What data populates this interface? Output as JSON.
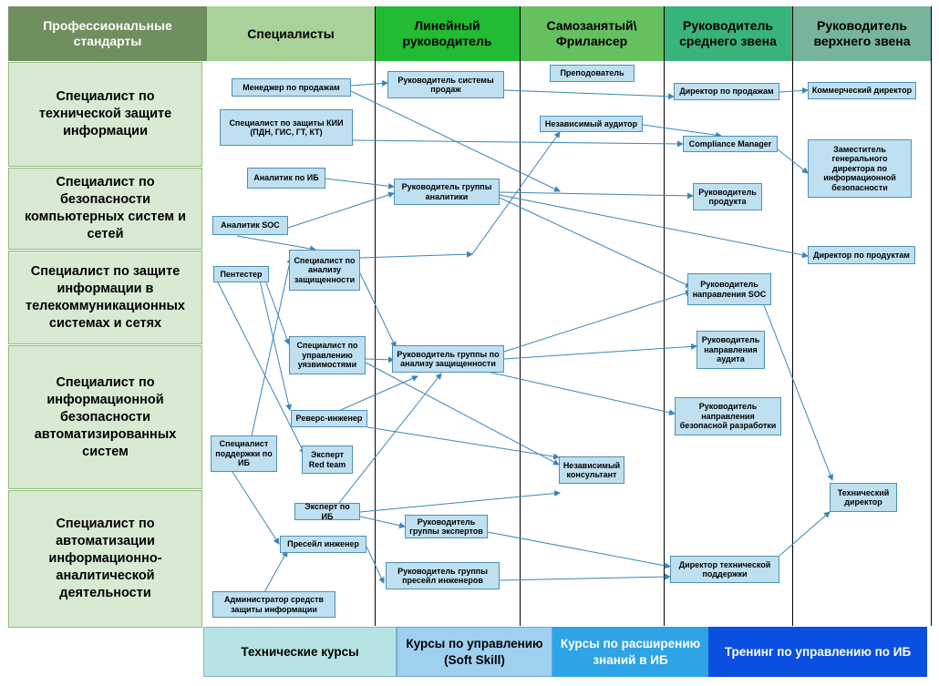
{
  "headers": {
    "standards": "Профессиональные стандарты",
    "specialists": "Специалисты",
    "line_manager": "Линейный руководитель",
    "freelancer": "Самозанятый\\ Фрилансер",
    "middle_manager": "Руководитель среднего звена",
    "top_manager": "Руководитель верхнего звена"
  },
  "standards": [
    "Специалист по технической защите информации",
    "Специалист по безопасности компьютерных систем и сетей",
    "Специалист по защите информации в телекоммуникационных системах и сетях",
    "Специалист по информационной безопасности автоматизированных систем",
    "Специалист по автоматизации информационно-аналитической деятельности"
  ],
  "roles": {
    "sales_manager": "Менеджер по продажам",
    "kii_specialist": "Специалист по защиты КИИ (ПДН, ГИС, ГТ, КТ)",
    "ib_analyst": "Аналитик по ИБ",
    "soc_analyst": "Аналитик SOC",
    "pentester": "Пентестер",
    "security_analysis_specialist": "Специалист по анализу защищенности",
    "vuln_mgmt_specialist": "Специалист по управлению уязвимостями",
    "reverse_engineer": "Реверс-инженер",
    "ib_support_specialist": "Специалист поддержки по ИБ",
    "red_team_expert": "Эксперт Red team",
    "ib_expert": "Эксперт по ИБ",
    "presale_engineer": "Пресейл инженер",
    "security_tools_admin": "Администратор средств защиты информации",
    "sales_system_head": "Руководитель системы продаж",
    "analytics_group_head": "Руководитель группы аналитики",
    "security_analysis_group_head": "Руководитель группы по анализу защищенности",
    "expert_group_head": "Руководитель группы экспертов",
    "presale_group_head": "Руководитель группы пресейл инженеров",
    "teacher": "Преподователь",
    "independent_auditor": "Независимый аудитор",
    "independent_consultant": "Независимый консультант",
    "sales_director": "Директор по продажам",
    "compliance_manager": "Compliance Manager",
    "product_head": "Руководитель продукта",
    "soc_direction_head": "Руководитель направления SOC",
    "audit_direction_head": "Руководитель направления аудита",
    "secure_dev_head": "Руководитель направления безопасной разработки",
    "tech_support_director": "Директор технической поддержки",
    "commercial_director": "Коммерческий директор",
    "deputy_gd_ib": "Заместитель генерального директора по информационной безопасности",
    "products_director": "Директор по продуктам",
    "technical_director": "Технический директор"
  },
  "courses": {
    "technical": "Технические курсы",
    "soft_skill": "Курсы по управлению (Soft Skill)",
    "ib_knowledge": "Курсы по расширению знаний в ИБ",
    "management_training": "Тренинг по управлению по ИБ"
  },
  "colors": {
    "standards_header": "#6f8f5f",
    "specialists_header": "#a9d29b",
    "line_header": "#22bb33",
    "freelancer_header": "#66c060",
    "middle_header": "#38b47a",
    "top_header": "#78b49a",
    "role_box": "#bfe0f0",
    "connector": "#3a86b5"
  }
}
